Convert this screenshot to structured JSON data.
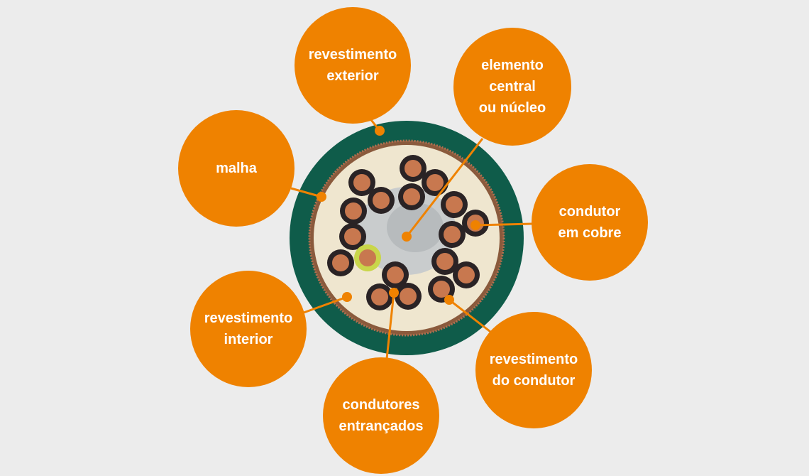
{
  "colors": {
    "accent": "#ef8200",
    "outer_jacket": "#0f5c4a",
    "inner_sheath": "#efe6cf",
    "conductor_insulation": "#2a2325",
    "copper": "#c8784f",
    "background": "#ececec"
  },
  "labels": [
    {
      "id": "outer-jacket",
      "text": "revestimento\nexterior"
    },
    {
      "id": "central-element",
      "text": "elemento\ncentral\nou núcleo"
    },
    {
      "id": "braid",
      "text": "malha"
    },
    {
      "id": "copper-conductor",
      "text": "condutor\nem cobre"
    },
    {
      "id": "inner-sheath",
      "text": "revestimento\ninterior"
    },
    {
      "id": "stranded-conductors",
      "text": "condutores\nentrançados"
    },
    {
      "id": "conductor-insulation",
      "text": "revestimento\ndo condutor"
    }
  ]
}
